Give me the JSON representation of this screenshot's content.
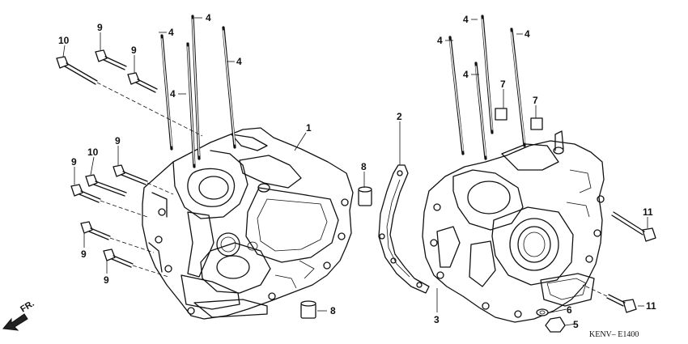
{
  "diagram": {
    "image_code": "KENV– E1400",
    "direction_label": "FR.",
    "callouts": {
      "c1": "1",
      "c2": "2",
      "c3": "3",
      "c4a": "4",
      "c4b": "4",
      "c4c": "4",
      "c4d": "4",
      "c4e": "4",
      "c4f": "4",
      "c4g": "4",
      "c5": "5",
      "c6": "6",
      "c7a": "7",
      "c7b": "7",
      "c8a": "8",
      "c8b": "8",
      "c9a": "9",
      "c9b": "9",
      "c9c": "9",
      "c9d": "9",
      "c9e": "9",
      "c9f": "9",
      "c10a": "10",
      "c10b": "10",
      "c11a": "11",
      "c11b": "11"
    }
  }
}
